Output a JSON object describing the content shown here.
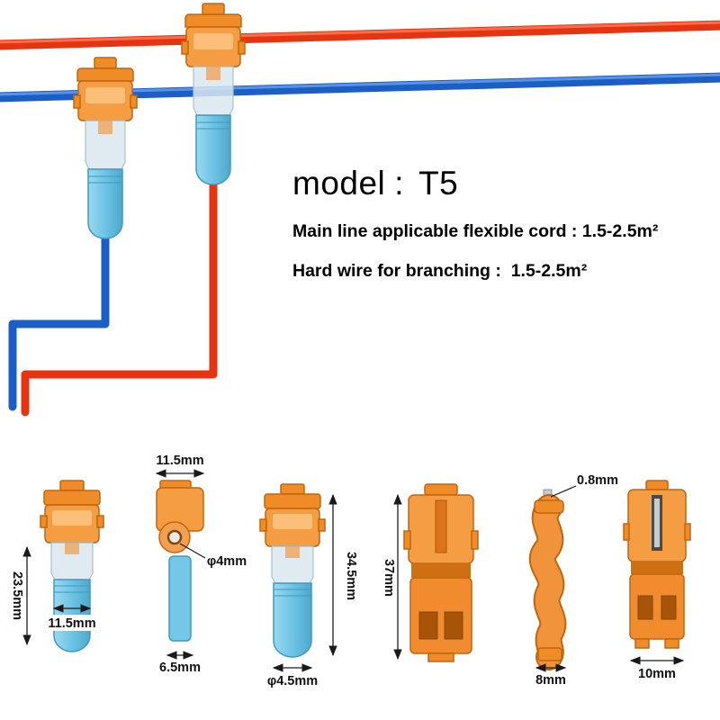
{
  "colors": {
    "wire_red": "#e63312",
    "wire_blue": "#1b5fc6",
    "connector_orange": "#f59d42",
    "terminal_blue": "#6cc3e4"
  },
  "header": {
    "model_label": "model",
    "separator": ":",
    "model_value": "T5",
    "spec_line1": "Main line applicable flexible cord : 1.5-2.5m²",
    "spec_line2": "Hard wire for branching :  1.5-2.5m²"
  },
  "dimensions": {
    "front_view": {
      "sleeve_length": "23.5mm",
      "terminal_width": "11.5mm"
    },
    "side_view": {
      "top_width": "11.5mm",
      "hole_diameter": "φ4mm",
      "tip_width": "6.5mm"
    },
    "front_view_full": {
      "total_length": "34.5mm",
      "terminal_diameter": "φ4.5mm"
    },
    "tap_front_view": {
      "height": "37mm"
    },
    "tap_side_view": {
      "blade_thickness": "0.8mm",
      "depth": "8mm"
    },
    "tap_back_view": {
      "width": "10mm"
    }
  }
}
